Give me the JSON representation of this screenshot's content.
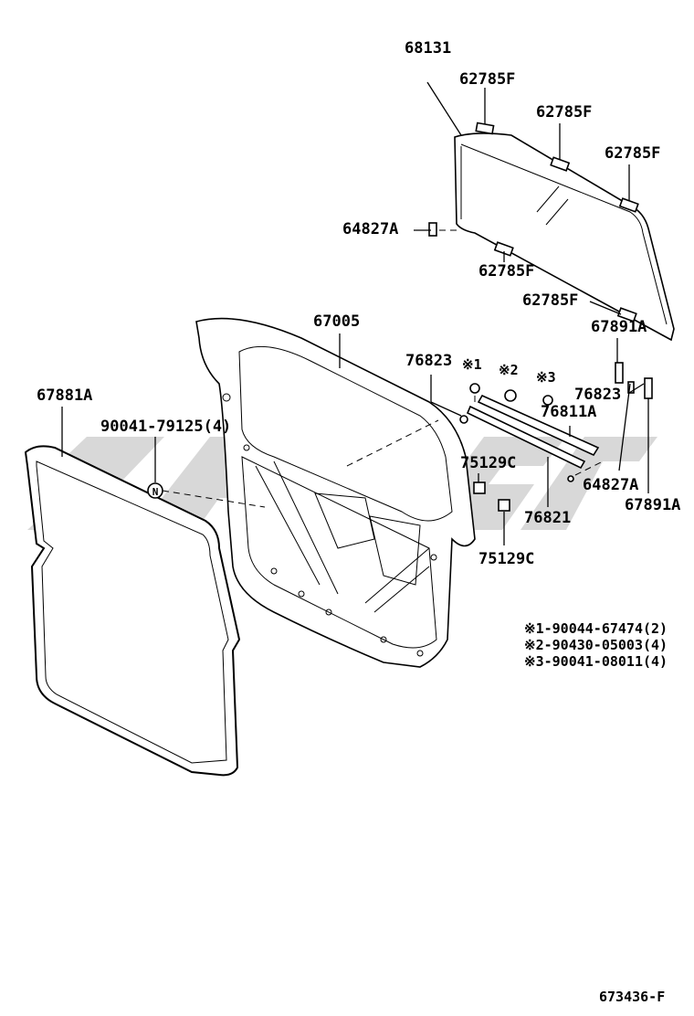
{
  "labels": {
    "p68131": "68131",
    "p62785F_1": "62785F",
    "p62785F_2": "62785F",
    "p62785F_3": "62785F",
    "p62785F_4": "62785F",
    "p62785F_5": "62785F",
    "p64827A_1": "64827A",
    "p67005": "67005",
    "p67891A_1": "67891A",
    "p76823_1": "76823",
    "mark1": "※1",
    "mark2": "※2",
    "mark3": "※3",
    "p76823_2": "76823",
    "p76811A": "76811A",
    "p67881A": "67881A",
    "p90041_79125": "90041-79125(4)",
    "p75129C_1": "75129C",
    "p75129C_2": "75129C",
    "p76821": "76821",
    "p64827A_2": "64827A",
    "p67891A_2": "67891A",
    "circle_n": "N"
  },
  "notes": [
    "※1-90044-67474(2)",
    "※2-90430-05003(4)",
    "※3-90041-08011(4)"
  ],
  "figure_id": "673436-F",
  "colors": {
    "line": "#000000",
    "background": "#ffffff",
    "watermark": "#d4d4d4"
  }
}
